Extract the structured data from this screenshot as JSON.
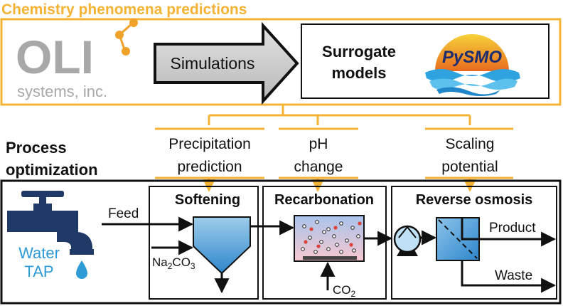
{
  "header": {
    "title": "Chemistry phenomena predictions"
  },
  "oli": {
    "name": "OLI",
    "sub": "systems, inc."
  },
  "simulations_label": "Simulations",
  "surrogate": {
    "line1": "Surrogate",
    "line2": "models",
    "logo": "PySMO"
  },
  "predictions": [
    {
      "line1": "Precipitation",
      "line2": "prediction"
    },
    {
      "line1": "pH",
      "line2": "change"
    },
    {
      "line1": "Scaling",
      "line2": "potential"
    }
  ],
  "process": {
    "line1": "Process",
    "line2": "optimization"
  },
  "water_tap": {
    "line1": "Water",
    "line2": "TAP"
  },
  "flow": {
    "feed": "Feed",
    "softening": "Softening",
    "na2co3_main": "Na",
    "na2co3_sub": "2",
    "na2co3_rest": "CO",
    "na2co3_sub2": "3",
    "recarbonation": "Recarbonation",
    "co2_main": "CO",
    "co2_sub": "2",
    "ro": "Reverse osmosis",
    "product": "Product",
    "waste": "Waste"
  },
  "colors": {
    "accent": "#F5B335",
    "ink": "#111111",
    "oli_gray": "#A8A8A8",
    "oli_orange": "#F0A22A",
    "tap_blue": "#1F3A66",
    "water_blue": "#2E9AD6",
    "vessel_blue": "#3F9AD6"
  },
  "icons": [
    "oli-logo-icon",
    "pysmo-logo-icon",
    "water-tap-icon",
    "pump-icon",
    "membrane-icon"
  ]
}
